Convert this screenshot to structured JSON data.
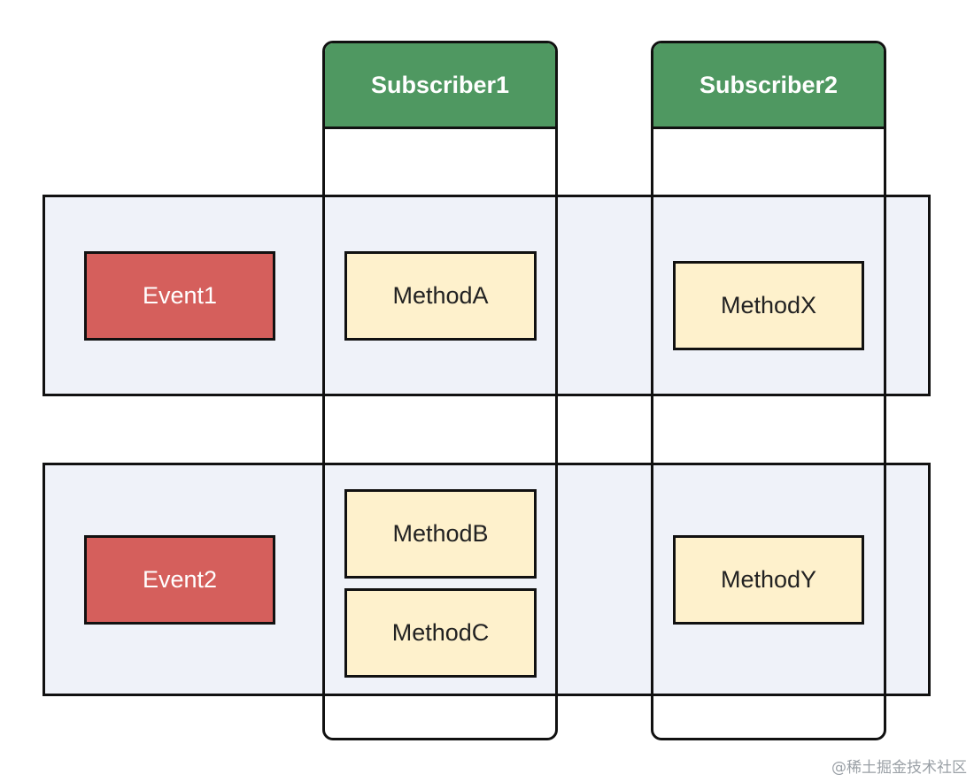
{
  "subscribers": [
    {
      "name": "Subscriber1"
    },
    {
      "name": "Subscriber2"
    }
  ],
  "events": [
    {
      "name": "Event1"
    },
    {
      "name": "Event2"
    }
  ],
  "methods": {
    "a": "MethodA",
    "b": "MethodB",
    "c": "MethodC",
    "x": "MethodX",
    "y": "MethodY"
  },
  "watermark": "@稀土掘金技术社区",
  "colors": {
    "event_fill": "#d55f5c",
    "method_fill": "#fef1cc",
    "subscriber_header": "#4f9861",
    "row_band": "#eff2f9",
    "stroke": "#111111"
  }
}
